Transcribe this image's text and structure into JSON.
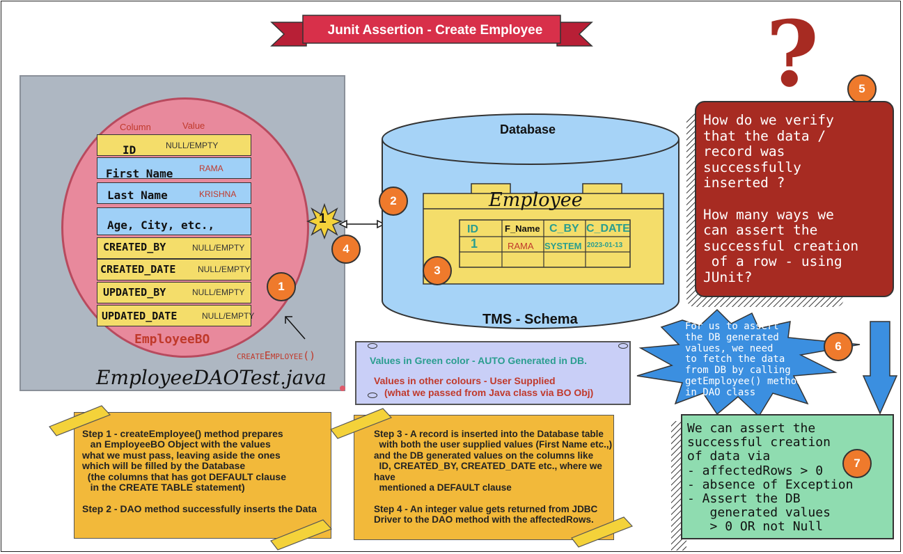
{
  "banner": {
    "title": "Junit Assertion - Create Employee"
  },
  "employee_bo": {
    "column_header": "Column",
    "value_header": "Value",
    "title": "EmployeeBO",
    "rows": [
      {
        "name": "ID",
        "value": "NULL/EMPTY"
      },
      {
        "name": "First Name",
        "value": "RAMA"
      },
      {
        "name": "Last Name",
        "value": "KRISHNA"
      },
      {
        "name": "Age, City, etc.,",
        "value": ""
      },
      {
        "name": "CREATED_BY",
        "value": "NULL/EMPTY"
      },
      {
        "name": "CREATED_DATE",
        "value": "NULL/EMPTY"
      },
      {
        "name": "UPDATED_BY",
        "value": "NULL/EMPTY"
      },
      {
        "name": "UPDATED_DATE",
        "value": "NULL/EMPTY"
      }
    ]
  },
  "test_file": "EmployeeDAOTest.java",
  "method_label": "createEmployee()",
  "database": {
    "title": "Database",
    "schema": "TMS - Schema",
    "table_name": "Employee",
    "headers": [
      "ID",
      "F_Name",
      "C_BY",
      "C_DATE"
    ],
    "row": [
      "1",
      "RAMA",
      "SYSTEM",
      "2023-01-13"
    ]
  },
  "markers": {
    "star": "1",
    "n1": "1",
    "n2": "2",
    "n3": "3",
    "n4": "4",
    "n5": "5",
    "n6": "6",
    "n7": "7",
    "question": "?"
  },
  "question_box": "How do we verify\nthat the data /\nrecord was\nsuccessfully\ninserted ?\n\nHow many ways we\ncan assert the\nsuccessful creation\n of a row - using\nJUnit?",
  "star_box": "For us to assert\nthe DB generated\nvalues, we need\nto fetch the data\nfrom DB by calling\ngetEmployee() method\nin DAO class",
  "green_box": "We can assert the\nsuccessful creation\nof data via\n- affectedRows > 0\n- absence of Exception\n- Assert the DB\n   generated values\n   > 0 OR not Null",
  "legend": {
    "green_line": "Values in Green color - AUTO Generated in DB.",
    "other_line1": "Values in other colours - User Supplied",
    "other_line2": "(what we passed from Java class via BO Obj)"
  },
  "steps": {
    "left": "Step 1 - createEmployee() method prepares\n   an EmployeeBO Object with the values\nwhat we must pass, leaving aside the ones\nwhich will be filled by the Database\n  (the columns that has got DEFAULT clause\n   in the CREATE TABLE statement)\n\nStep 2 - DAO method successfully inserts the Data",
    "right": "Step 3 - A record is inserted into the Database table\n  with both the user supplied values (First Name etc.,)\nand the DB generated values on the columns like\n  ID, CREATED_BY, CREATED_DATE etc., where we have\n  mentioned a DEFAULT clause\n\nStep 4 - An integer value gets returned from JDBC\nDriver to the DAO method with the affectedRows."
  },
  "colors": {
    "banner": "#d8304a",
    "auto_generated": "#2a9d8f",
    "user_supplied": "#c0392b",
    "accent_orange": "#ef7a2c"
  }
}
